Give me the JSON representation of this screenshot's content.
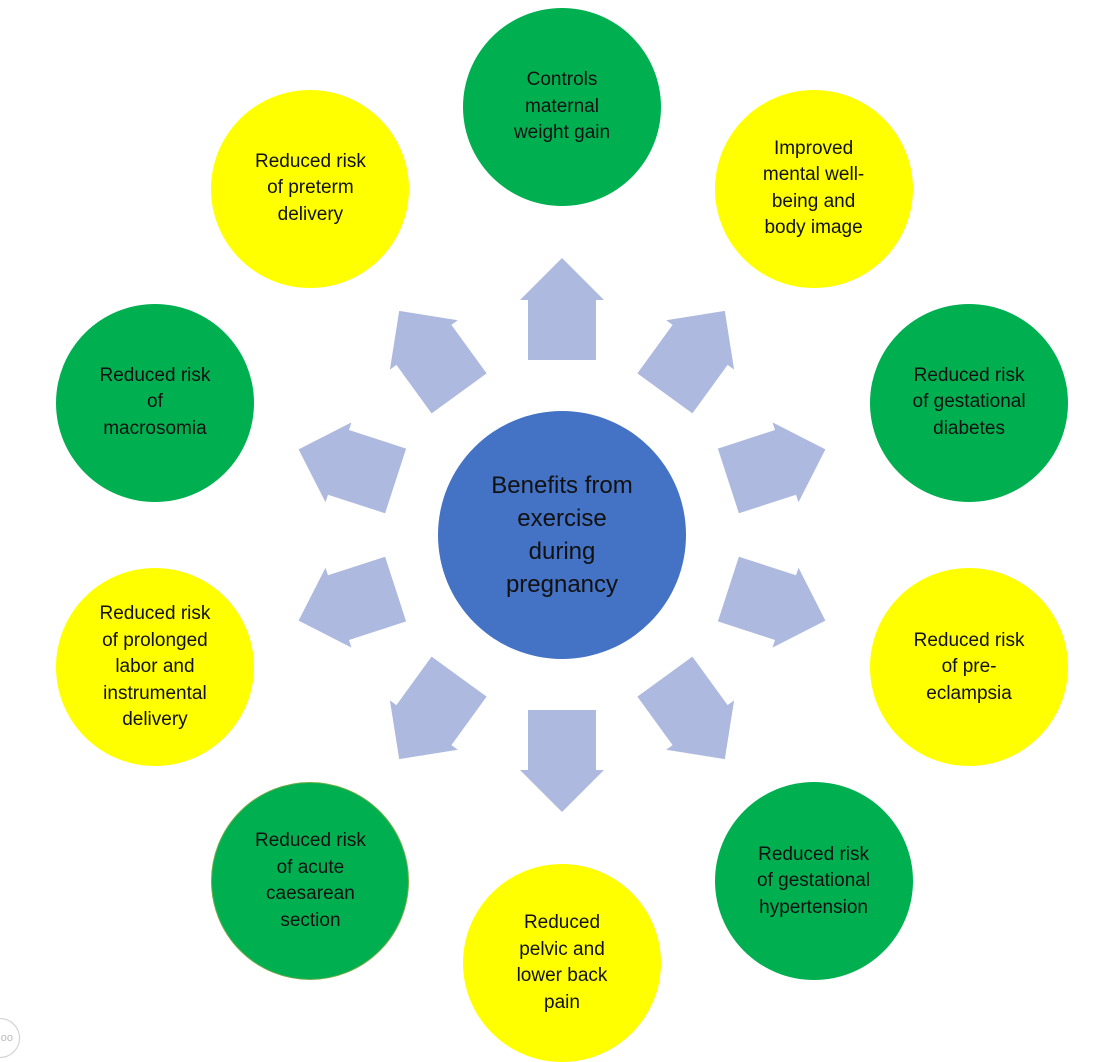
{
  "diagram": {
    "title": "Benefits from exercise during pregnancy",
    "center": {
      "label": "Benefits from\nexercise\nduring\npregnancy",
      "color": "#4472C4"
    },
    "arrow_color": "#ADB9DE",
    "colors": {
      "green": "#00B050",
      "yellow": "#FFFF00"
    },
    "benefits": [
      {
        "label": "Controls\nmaternal\nweight gain",
        "color": "green"
      },
      {
        "label": "Improved\nmental well-\nbeing and\nbody image",
        "color": "yellow"
      },
      {
        "label": "Reduced risk\nof gestational\ndiabetes",
        "color": "green"
      },
      {
        "label": "Reduced risk\nof pre-\neclampsia",
        "color": "yellow"
      },
      {
        "label": "Reduced risk\nof gestational\nhypertension",
        "color": "green"
      },
      {
        "label": "Reduced\npelvic and\nlower back\npain",
        "color": "yellow"
      },
      {
        "label": "Reduced risk\nof acute\ncaesarean\nsection",
        "color": "green"
      },
      {
        "label": "Reduced risk\nof prolonged\nlabor and\ninstrumental\ndelivery",
        "color": "yellow"
      },
      {
        "label": "Reduced risk\nof\nmacrosomia",
        "color": "green"
      },
      {
        "label": "Reduced risk\nof preterm\ndelivery",
        "color": "yellow"
      }
    ]
  },
  "watermark": {
    "text": "oo"
  }
}
